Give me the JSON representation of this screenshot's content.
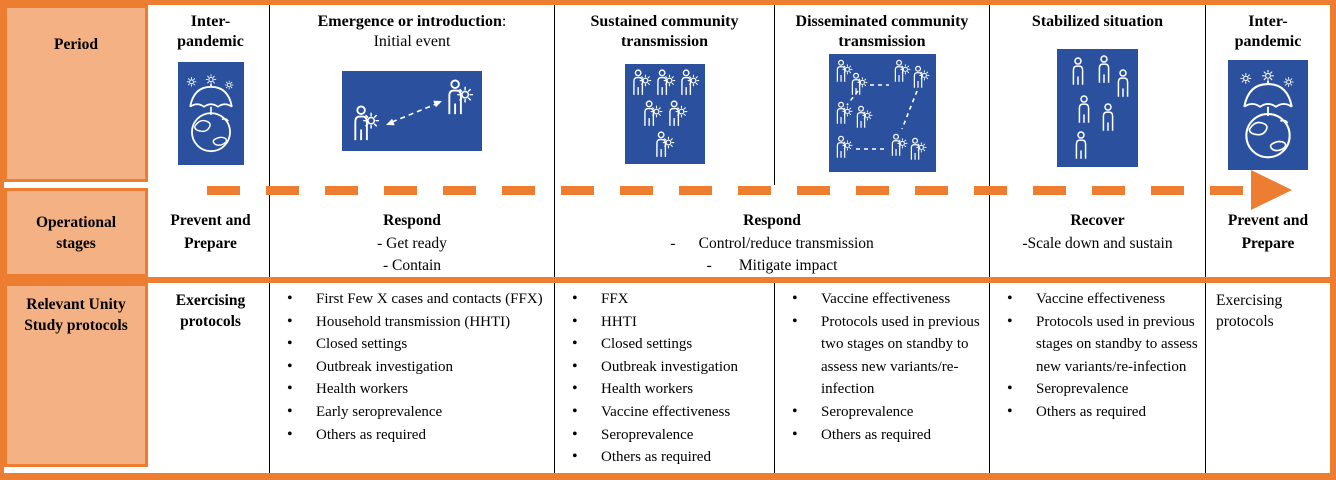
{
  "colors": {
    "accent_orange": "#ED7D31",
    "header_fill_orange": "#F4B183",
    "icon_blue": "#2B519E",
    "line_black": "#000000"
  },
  "left_header": {
    "rows": [
      "Period",
      "Operational\nstages",
      "Relevant Unity\nStudy protocols"
    ]
  },
  "period_row": {
    "cells": [
      {
        "title": "Inter-\npandemic",
        "icon": "umbrella-globe"
      },
      {
        "title": "Emergence or introduction",
        "title_suffix": ":",
        "subtitle": "Initial event",
        "icon": "person-to-person-transmission"
      },
      {
        "title": "Sustained community\ntransmission",
        "icon": "infected-people-group"
      },
      {
        "title": "Disseminated community\ntransmission",
        "icon": "infected-people-clusters"
      },
      {
        "title": "Stabilized situation",
        "icon": "people-group"
      },
      {
        "title": "Inter-\npandemic",
        "icon": "umbrella-globe"
      }
    ]
  },
  "stages_row": {
    "cells": [
      {
        "title": "Prevent and\nPrepare",
        "lines": []
      },
      {
        "title": "Respond",
        "lines": [
          "- Get ready",
          "- Contain"
        ]
      },
      {
        "title": "Respond",
        "lines": [
          "-      Control/reduce transmission",
          "-       Mitigate impact"
        ],
        "col_span": 2
      },
      {
        "title": "Recover",
        "lines": [
          "-Scale down and sustain"
        ]
      },
      {
        "title": "Prevent and\nPrepare",
        "lines": []
      }
    ]
  },
  "protocols_row": {
    "cells": [
      {
        "text": "Exercising protocols"
      },
      {
        "bullets": [
          "First Few X cases and contacts (FFX)",
          "Household transmission (HHTI)",
          "Closed settings",
          "Outbreak investigation",
          "Health workers",
          "Early seroprevalence",
          "Others as required"
        ]
      },
      {
        "bullets": [
          "FFX",
          "HHTI",
          "Closed settings",
          "Outbreak investigation",
          "Health workers",
          "Vaccine effectiveness",
          "Seroprevalence",
          "Others as required"
        ]
      },
      {
        "bullets": [
          "Vaccine effectiveness",
          "Protocols used in previous two stages on standby to assess new variants/re-infection",
          "Seroprevalence",
          "Others as required"
        ]
      },
      {
        "bullets": [
          "Vaccine effectiveness",
          "Protocols used in previous stages on standby to assess new variants/re-infection",
          "Seroprevalence",
          "Others as required"
        ]
      },
      {
        "text": "Exercising protocols"
      }
    ]
  }
}
